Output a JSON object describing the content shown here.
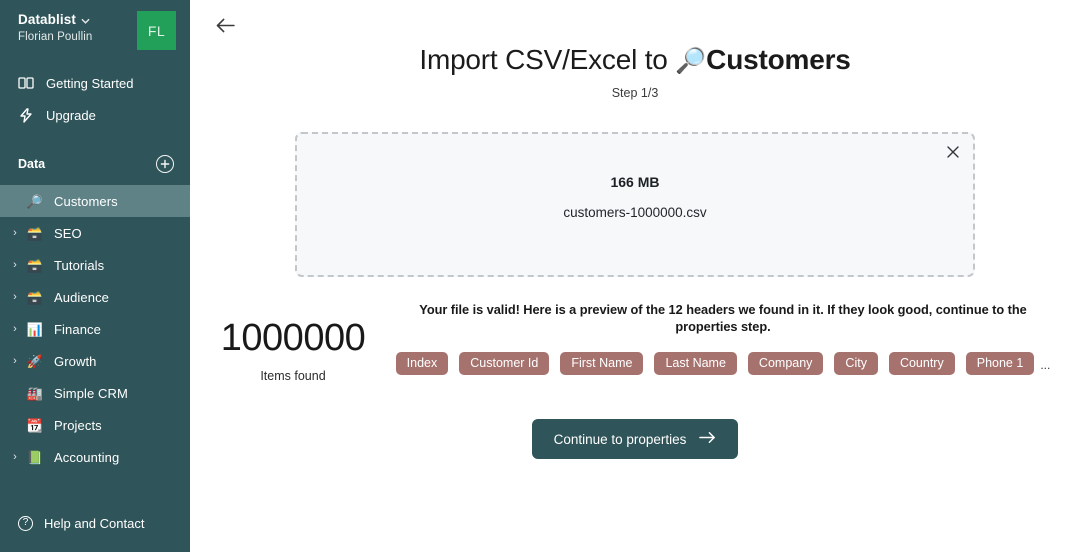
{
  "theme": {
    "sidebar_bg": "#2F5459",
    "sidebar_active_bg": "#5F8287",
    "avatar_bg": "#22A05A",
    "tag_bg": "#A6726E",
    "cta_bg": "#2F5459",
    "dropzone_bg": "#f7f8f9",
    "dropzone_border": "#c3c7cc"
  },
  "sidebar": {
    "workspace": {
      "name": "Datablist",
      "caret_icon": "chevron-down-icon",
      "user": "Florian Poullin",
      "avatar_initials": "FL"
    },
    "nav": [
      {
        "label": "Getting Started",
        "icon": "book-icon"
      },
      {
        "label": "Upgrade",
        "icon": "lightning-bolt-icon"
      }
    ],
    "section": {
      "title": "Data",
      "add_icon": "plus-circle-icon"
    },
    "items": [
      {
        "label": "Customers",
        "emoji": "🔎",
        "expandable": false,
        "active": true
      },
      {
        "label": "SEO",
        "emoji": "🗃️",
        "expandable": true,
        "active": false
      },
      {
        "label": "Tutorials",
        "emoji": "🗃️",
        "expandable": true,
        "active": false
      },
      {
        "label": "Audience",
        "emoji": "🗃️",
        "expandable": true,
        "active": false
      },
      {
        "label": "Finance",
        "emoji": "📊",
        "expandable": true,
        "active": false
      },
      {
        "label": "Growth",
        "emoji": "🚀",
        "expandable": true,
        "active": false
      },
      {
        "label": "Simple CRM",
        "emoji": "🏭",
        "expandable": false,
        "active": false
      },
      {
        "label": "Projects",
        "emoji": "📆",
        "expandable": false,
        "active": false
      },
      {
        "label": "Accounting",
        "emoji": "📗",
        "expandable": true,
        "active": false
      }
    ],
    "footer": {
      "help_label": "Help and Contact",
      "help_icon": "question-circle-icon"
    }
  },
  "main": {
    "back_icon": "arrow-left-icon",
    "title_prefix": "Import CSV/Excel to ",
    "title_emoji": "🔎",
    "title_target": "Customers",
    "step": "Step 1/3",
    "dropzone": {
      "file_size": "166 MB",
      "file_name": "customers-1000000.csv",
      "close_icon": "close-icon"
    },
    "result": {
      "count": "1000000",
      "count_label": "Items found",
      "valid_message": "Your file is valid! Here is a preview of the 12 headers we found in it. If they look good, continue to the properties step.",
      "headers": [
        "Index",
        "Customer Id",
        "First Name",
        "Last Name",
        "Company",
        "City",
        "Country",
        "Phone 1"
      ],
      "headers_overflow": "..."
    },
    "cta": {
      "label": "Continue to properties",
      "icon": "arrow-right-icon"
    }
  }
}
